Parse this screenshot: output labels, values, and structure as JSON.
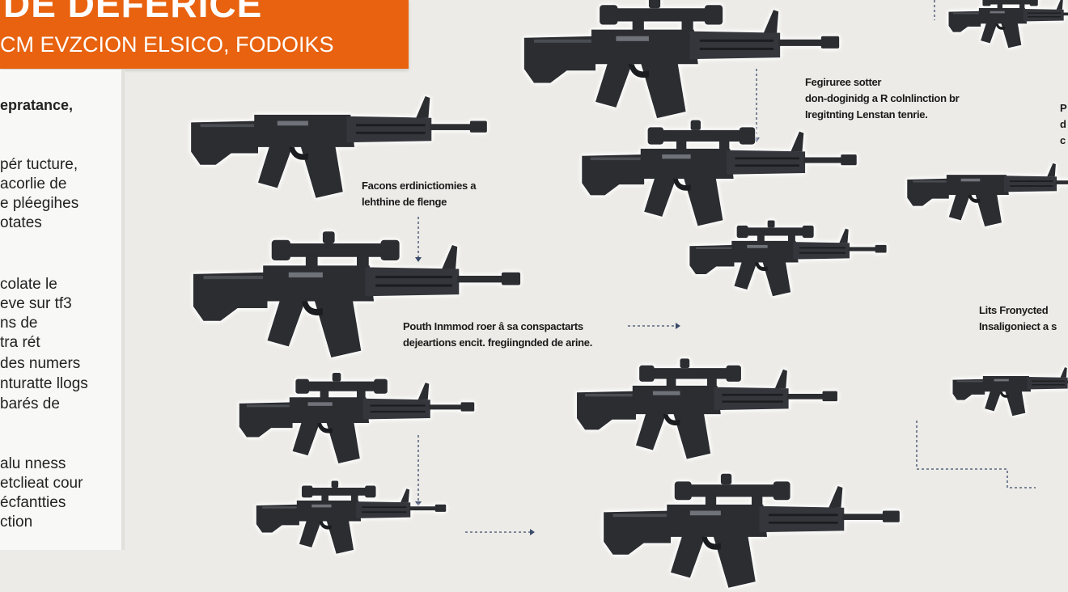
{
  "header": {
    "title": "DE DEFERICE",
    "subtitle": "CM EVZCION ELSICO, FODOIKS",
    "accent": "#e8620f"
  },
  "left_panel": {
    "heading": "epratance,",
    "paragraphs": [
      [
        "pér tucture,",
        "acorlie de",
        "e pléegihes",
        "otates"
      ],
      [
        "colate le",
        "eve sur tf3",
        "ns de",
        "tra rét",
        "des numers",
        "nturatte llogs",
        "barés de"
      ],
      [
        "alu nness",
        "etclieat cour",
        "écfantties",
        "ction"
      ]
    ]
  },
  "captions": [
    {
      "lines": [
        "Facons erdinictiomies a",
        "lehthine de flenge"
      ]
    },
    {
      "lines": [
        "Fegiruree sotter",
        "don-doginidg a R colnlinction br",
        "Iregitnting Lenstan tenrie."
      ]
    },
    {
      "lines": [
        "Pouth Inmmod roer â sa conspactarts",
        "dejeartions encit. fregiingnded de arine."
      ]
    },
    {
      "lines": [
        "Lits Fronycted",
        "Insaligoniect a s"
      ]
    },
    {
      "lines": [
        "P",
        "d",
        "c"
      ]
    }
  ],
  "rifles": [
    {
      "name": "rifle-top-center",
      "scope": true
    },
    {
      "name": "rifle-top-right",
      "scope": true
    },
    {
      "name": "rifle-carry-handle",
      "scope": false
    },
    {
      "name": "rifle-mid-center",
      "scope": true
    },
    {
      "name": "rifle-mid-right",
      "scope": false
    },
    {
      "name": "rifle-long-barrel",
      "scope": true
    },
    {
      "name": "rifle-compact",
      "scope": true
    },
    {
      "name": "rifle-small-scoped",
      "scope": true
    },
    {
      "name": "rifle-lower-center",
      "scope": true
    },
    {
      "name": "rifle-lower-right",
      "scope": false
    },
    {
      "name": "rifle-bottom-left",
      "scope": true
    },
    {
      "name": "rifle-bottom-center",
      "scope": true
    }
  ]
}
